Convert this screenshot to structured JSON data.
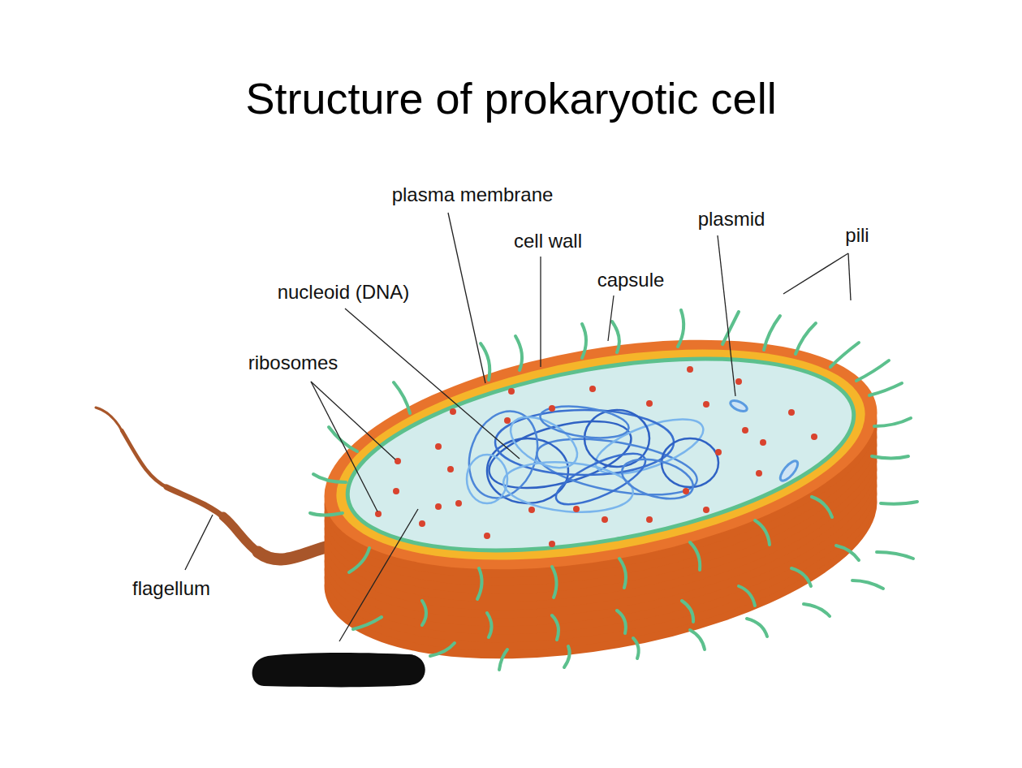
{
  "diagram": {
    "title": "Structure of prokaryotic cell",
    "labels": [
      "plasma membrane",
      "cell wall",
      "capsule",
      "plasmid",
      "pili",
      "nucleoid (DNA)",
      "ribosomes",
      "flagellum"
    ]
  }
}
